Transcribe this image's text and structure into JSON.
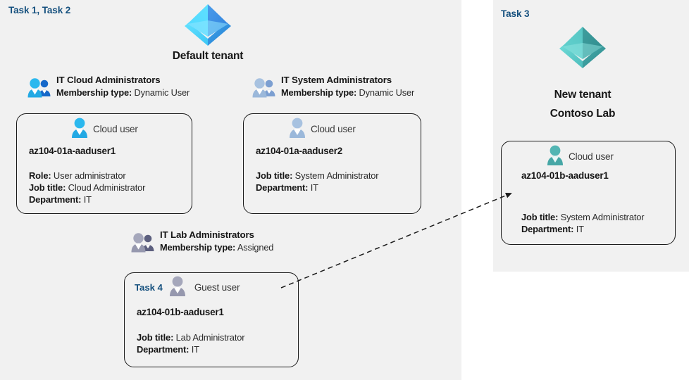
{
  "panels": {
    "left": {
      "task_label": "Task 1, Task 2"
    },
    "right": {
      "task_label": "Task 3"
    }
  },
  "tenants": [
    {
      "id": "default-tenant",
      "icon": "azure-ad-tenant-icon",
      "color": "#32b7f0",
      "title": "Default tenant",
      "title2": ""
    },
    {
      "id": "new-tenant",
      "icon": "azure-ad-tenant-icon",
      "color": "#3fb3b3",
      "title": "New  tenant",
      "title2": "Contoso Lab"
    }
  ],
  "groups": [
    {
      "id": "it-cloud-administrators",
      "icon": "group-users-icon",
      "name": "IT Cloud Administrators",
      "membership_label": "Membership type:",
      "membership_value": "Dynamic User"
    },
    {
      "id": "it-system-administrators",
      "icon": "group-users-icon",
      "name": "IT System Administrators",
      "membership_label": "Membership type:",
      "membership_value": "Dynamic User"
    },
    {
      "id": "it-lab-administrators",
      "icon": "group-users-icon",
      "name": "IT Lab Administrators",
      "membership_label": "Membership type:",
      "membership_value": "Assigned"
    }
  ],
  "cards": [
    {
      "id": "card-aaduser1",
      "task": "",
      "user_type": "Cloud user",
      "icon": "cloud-user-icon",
      "upn": "az104-01a-aaduser1",
      "attrs": [
        {
          "label": "Role:",
          "value": "User administrator"
        },
        {
          "label": "Job title:",
          "value": "Cloud Administrator"
        },
        {
          "label": "Department:",
          "value": "IT"
        }
      ]
    },
    {
      "id": "card-aaduser2",
      "task": "",
      "user_type": "Cloud user",
      "icon": "cloud-user-icon",
      "upn": "az104-01a-aaduser2",
      "attrs": [
        {
          "label": "Job title:",
          "value": "System Administrator"
        },
        {
          "label": "Department:",
          "value": "IT"
        }
      ]
    },
    {
      "id": "card-guest-aaduser1",
      "task": "Task 4",
      "user_type": "Guest user",
      "icon": "guest-user-icon",
      "upn": "az104-01b-aaduser1",
      "attrs": [
        {
          "label": "Job title:",
          "value": "Lab Administrator"
        },
        {
          "label": "Department:",
          "value": "IT"
        }
      ]
    },
    {
      "id": "card-b-aaduser1",
      "task": "",
      "user_type": "Cloud user",
      "icon": "cloud-user-icon",
      "upn": "az104-01b-aaduser1",
      "attrs": [
        {
          "label": "Job title:",
          "value": "System Administrator"
        },
        {
          "label": "Department:",
          "value": "IT"
        }
      ]
    }
  ],
  "connector": {
    "id": "guest-invite-arrow",
    "style": "dashed-arrow",
    "from": "card-guest-aaduser1",
    "to": "card-b-aaduser1"
  },
  "colors": {
    "panel_bg": "#f1f1f1",
    "task_blue": "#15507e",
    "card_border": "#1b1b1b",
    "tenant_blue": "#32b7f0",
    "tenant_teal": "#3fb3b3",
    "text_dark": "#161616",
    "text_body": "#2b2b2b"
  }
}
